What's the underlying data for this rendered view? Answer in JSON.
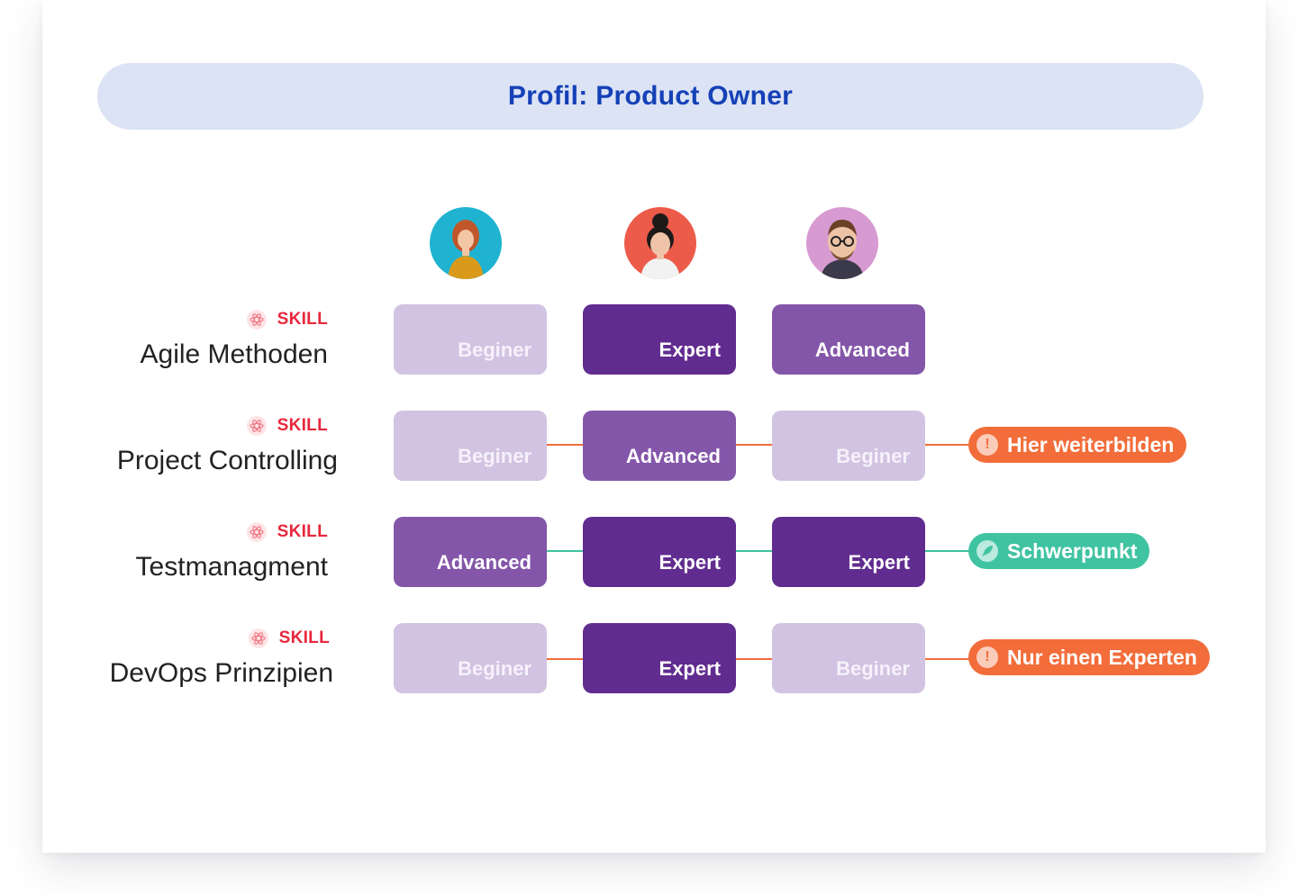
{
  "title": "Profil: Product Owner",
  "people": [
    {
      "name": "person-1",
      "bg": "#1fb3d1"
    },
    {
      "name": "person-2",
      "bg": "#ec5b4a"
    },
    {
      "name": "person-3",
      "bg": "#d79ad1"
    }
  ],
  "skill_tag": "SKILL",
  "rows": [
    {
      "skill": "Agile Methoden",
      "levels": [
        "Beginer",
        "Expert",
        "Advanced"
      ],
      "connector": "none",
      "badge": null
    },
    {
      "skill": "Project Controlling",
      "levels": [
        "Beginer",
        "Advanced",
        "Beginer"
      ],
      "connector": "orange",
      "badge": {
        "label": "Hier weiterbilden",
        "type": "warning"
      }
    },
    {
      "skill": "Testmanagment",
      "levels": [
        "Advanced",
        "Expert",
        "Expert"
      ],
      "connector": "teal",
      "badge": {
        "label": "Schwerpunkt",
        "type": "focus"
      }
    },
    {
      "skill": "DevOps Prinzipien",
      "levels": [
        "Beginer",
        "Expert",
        "Beginer"
      ],
      "connector": "orange",
      "badge": {
        "label": "Nur einen Experten",
        "type": "warning"
      }
    }
  ],
  "level_colors": {
    "Beginer": "#d1c3e1",
    "Advanced": "#8456a9",
    "Expert": "#612c8f"
  },
  "colors": {
    "accent": "#1541b7",
    "title_bg": "#dbe3f4",
    "skill": "#e8263c",
    "warning": "#f26d3a",
    "focus": "#3fc3a0"
  }
}
